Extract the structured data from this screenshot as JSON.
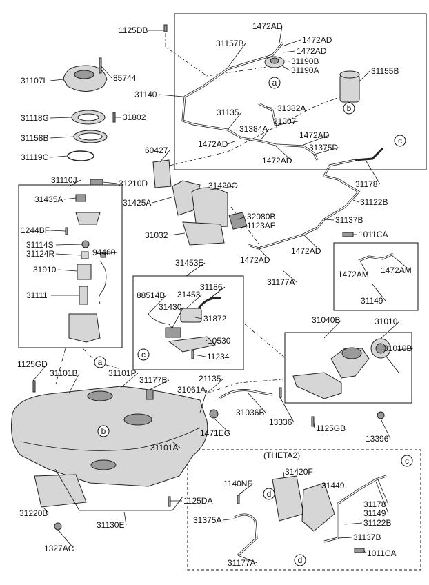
{
  "diagram": {
    "variant_label": "(THETA2)",
    "callouts": [
      "a",
      "b",
      "c",
      "d"
    ],
    "part_labels": [
      "1125DB",
      "1472AD",
      "1472AD",
      "1472AD",
      "31157B",
      "31190B",
      "31190A",
      "31155B",
      "85744",
      "31107L",
      "31140",
      "31135",
      "31382A",
      "31307",
      "31384A",
      "1472AD",
      "1472AD",
      "31375D",
      "1472AD",
      "31118G",
      "31802",
      "31158B",
      "31119C",
      "60427",
      "31178",
      "31110J",
      "31210D",
      "31420C",
      "31435A",
      "31425A",
      "31122B",
      "32080B",
      "1123AE",
      "31137B",
      "1244BF",
      "31032",
      "1011CA",
      "31114S",
      "94460",
      "31124R",
      "1472AD",
      "1472AD",
      "31910",
      "31177A",
      "31453E",
      "1472AM",
      "1472AM",
      "88514B",
      "31453",
      "31186",
      "31111",
      "31430",
      "31149",
      "31872",
      "31040B",
      "31010",
      "10530",
      "31010B",
      "11234",
      "1125GD",
      "21135",
      "31101B",
      "31101P",
      "31177B",
      "31061A",
      "31036B",
      "13336",
      "1471EG",
      "1125GB",
      "13396",
      "31101A",
      "1140NF",
      "31420F",
      "31449",
      "31178",
      "31149",
      "31122B",
      "31375A",
      "31137B",
      "1125DA",
      "31220B",
      "31130E",
      "1011CA",
      "1327AC",
      "31177A"
    ]
  }
}
